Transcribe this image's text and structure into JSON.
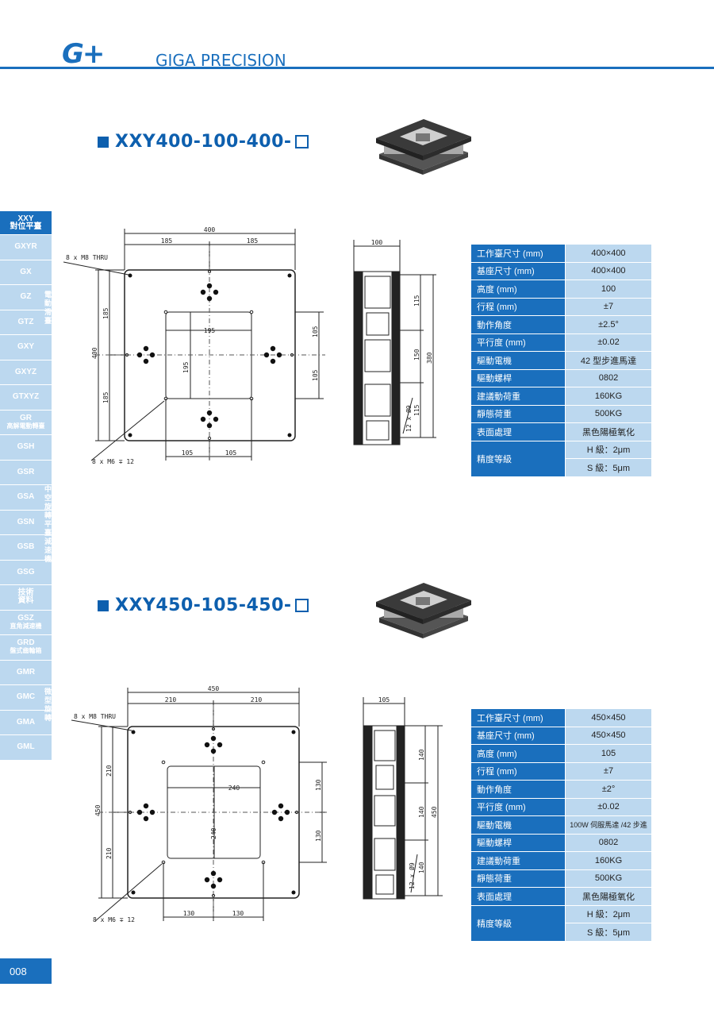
{
  "header": {
    "logo": "G+",
    "brand": "GIGA PRECISION"
  },
  "sidebar": {
    "items": [
      {
        "label": "XXY",
        "sub": "對位平臺",
        "selected": true
      },
      {
        "label": "GXYR"
      },
      {
        "label": "GX"
      },
      {
        "label": "GZ"
      },
      {
        "label": "GTZ"
      },
      {
        "label": "GXY"
      },
      {
        "label": "GXYZ"
      },
      {
        "label": "GTXYZ"
      },
      {
        "label": "GR",
        "sub": "高解電動轉臺"
      },
      {
        "label": "GSH"
      },
      {
        "label": "GSR"
      },
      {
        "label": "GSA"
      },
      {
        "label": "GSN"
      },
      {
        "label": "GSB"
      },
      {
        "label": "GSG"
      },
      {
        "label": "技術",
        "sub": "資料"
      },
      {
        "label": "GSZ",
        "sub": "直角減速機"
      },
      {
        "label": "GRD",
        "sub": "盤式齒輪箱"
      },
      {
        "label": "GMR"
      },
      {
        "label": "GMC"
      },
      {
        "label": "GMA"
      },
      {
        "label": "GML"
      }
    ],
    "group_motion": "電動滑臺",
    "group_hollow": "中空旋轉平臺減速機",
    "group_micro": "微型旋轉"
  },
  "products": [
    {
      "title": "XXY400-100-400-",
      "drawing": {
        "top_width": "400",
        "half_w1": "185",
        "half_w2": "185",
        "thru": "8 x  M8 THRU",
        "taps": "8 x  M6  ∓ 12",
        "height": "400",
        "half_h1": "185",
        "half_h2": "185",
        "inner_w": "195",
        "inner_h": "195",
        "inner_r1": "105",
        "inner_r2": "105",
        "bottom1": "105",
        "bottom2": "105",
        "side_w": "100",
        "side_a": "115",
        "side_b": "150",
        "side_c": "115",
        "side_total": "380",
        "side_holes": "12 x  Ø9"
      },
      "specs": [
        {
          "k": "工作臺尺寸 (mm)",
          "v": "400×400"
        },
        {
          "k": "基座尺寸 (mm)",
          "v": "400×400"
        },
        {
          "k": "高度 (mm)",
          "v": "100"
        },
        {
          "k": "行程 (mm)",
          "v": "±7"
        },
        {
          "k": "動作角度",
          "v": "±2.5°"
        },
        {
          "k": "平行度 (mm)",
          "v": "±0.02"
        },
        {
          "k": "驅動電機",
          "v": "42 型步進馬達"
        },
        {
          "k": "驅動螺桿",
          "v": "0802"
        },
        {
          "k": "建議動荷重",
          "v": "160KG"
        },
        {
          "k": "靜態荷重",
          "v": "500KG"
        },
        {
          "k": "表面處理",
          "v": "黑色陽極氧化"
        }
      ],
      "accuracy": {
        "k": "精度等級",
        "h": "H 級：2μm",
        "s": "S 級：5μm"
      }
    },
    {
      "title": "XXY450-105-450-",
      "drawing": {
        "top_width": "450",
        "half_w1": "210",
        "half_w2": "210",
        "thru": "8 x  M8 THRU",
        "taps": "8 x  M6  ∓ 12",
        "height": "450",
        "half_h1": "210",
        "half_h2": "210",
        "inner_w": "240",
        "inner_h": "240",
        "inner_r1": "130",
        "inner_r2": "130",
        "bottom1": "130",
        "bottom2": "130",
        "side_w": "105",
        "side_a": "140",
        "side_b": "140",
        "side_c": "140",
        "side_total": "450",
        "side_holes": "12 x  Ø9"
      },
      "specs": [
        {
          "k": "工作臺尺寸 (mm)",
          "v": "450×450"
        },
        {
          "k": "基座尺寸 (mm)",
          "v": "450×450"
        },
        {
          "k": "高度 (mm)",
          "v": "105"
        },
        {
          "k": "行程 (mm)",
          "v": "±7"
        },
        {
          "k": "動作角度",
          "v": "±2°"
        },
        {
          "k": "平行度 (mm)",
          "v": "±0.02"
        },
        {
          "k": "驅動電機",
          "v": "100W 伺服馬達 /42 步進"
        },
        {
          "k": "驅動螺桿",
          "v": "0802"
        },
        {
          "k": "建議動荷重",
          "v": "160KG"
        },
        {
          "k": "靜態荷重",
          "v": "500KG"
        },
        {
          "k": "表面處理",
          "v": "黑色陽極氧化"
        }
      ],
      "accuracy": {
        "k": "精度等級",
        "h": "H 級：2μm",
        "s": "S 級：5μm"
      }
    }
  ],
  "page": {
    "number": "008"
  }
}
